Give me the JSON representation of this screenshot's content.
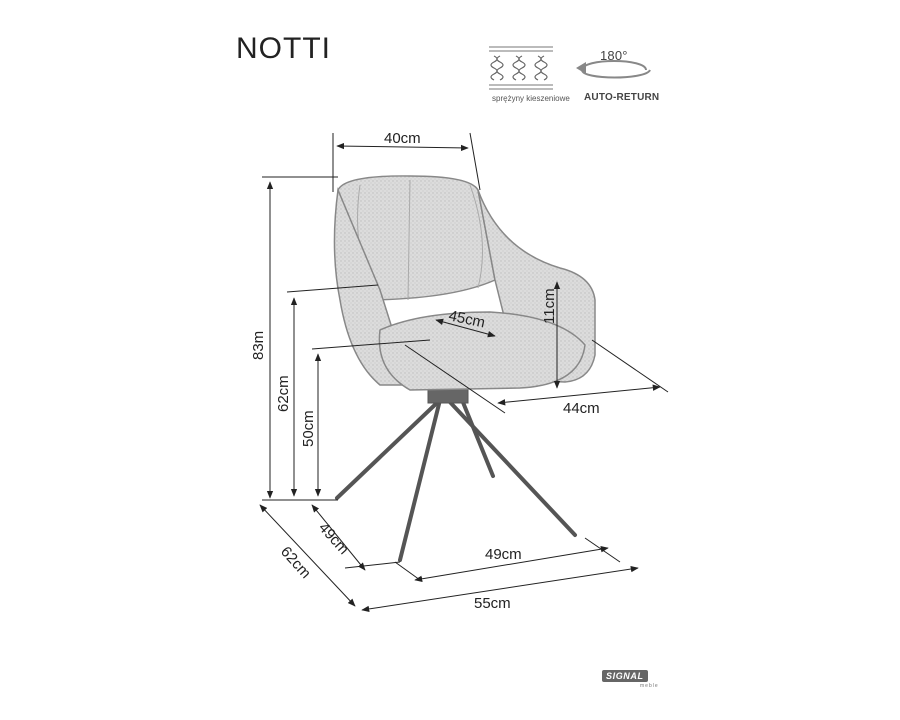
{
  "product": {
    "name": "NOTTI"
  },
  "features": {
    "springs_caption": "sprężyny kieszeniowe",
    "rotation_degrees": "180°",
    "auto_return": "AUTO-RETURN"
  },
  "dimensions": {
    "back_width": "40cm",
    "total_height": "83m",
    "armrest_height": "62cm",
    "seat_height": "50cm",
    "armrest_rise": "11cm",
    "seat_depth": "45cm",
    "seat_width": "44cm",
    "base_depth": "49cm",
    "base_width": "49cm",
    "total_depth": "62cm",
    "total_width": "55cm"
  },
  "brand": {
    "logo_text": "SIGNAL",
    "logo_sub": "meble"
  },
  "colors": {
    "line": "#222222",
    "chair_fill": "#d9d9d9",
    "chair_stroke": "#777777"
  }
}
